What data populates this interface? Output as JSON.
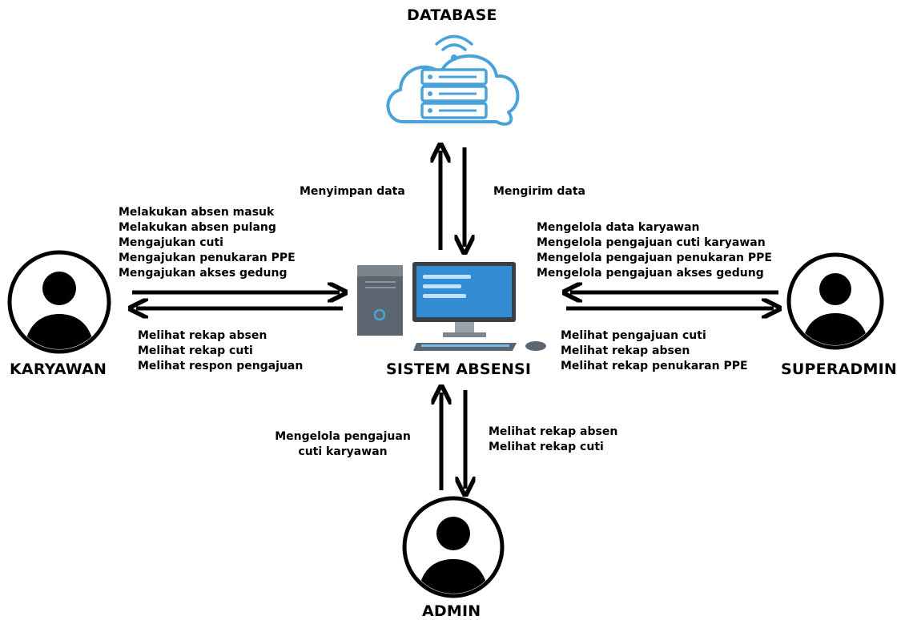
{
  "nodes": {
    "database": "DATABASE",
    "system": "SISTEM ABSENSI",
    "karyawan": "KARYAWAN",
    "superadmin": "SUPERADMIN",
    "admin": "ADMIN"
  },
  "flows": {
    "to_database": [
      "Menyimpan data"
    ],
    "from_database": [
      "Mengirim data"
    ],
    "karyawan_to_system": [
      "Melakukan absen masuk",
      "Melakukan absen pulang",
      "Mengajukan cuti",
      "Mengajukan penukaran PPE",
      "Mengajukan akses gedung"
    ],
    "system_to_karyawan": [
      "Melihat rekap absen",
      "Melihat rekap cuti",
      "Melihat respon pengajuan"
    ],
    "superadmin_to_system": [
      "Mengelola data karyawan",
      "Mengelola pengajuan cuti karyawan",
      "Mengelola pengajuan penukaran PPE",
      "Mengelola pengajuan akses gedung"
    ],
    "system_to_superadmin": [
      "Melihat pengajuan cuti",
      "Melihat rekap absen",
      "Melihat rekap penukaran PPE"
    ],
    "admin_to_system": [
      "Mengelola pengajuan",
      "cuti karyawan"
    ],
    "system_to_admin": [
      "Melihat rekap absen",
      "Melihat rekap cuti"
    ]
  },
  "icons": {
    "database": "cloud-server-icon",
    "system": "desktop-computer-icon",
    "karyawan": "user-avatar-icon",
    "superadmin": "user-avatar-icon",
    "admin": "user-avatar-icon"
  },
  "colors": {
    "cloud_stroke": "#4aa3d8",
    "screen": "#2f86cf",
    "tower": "#5b6670",
    "arrow": "#000000"
  }
}
